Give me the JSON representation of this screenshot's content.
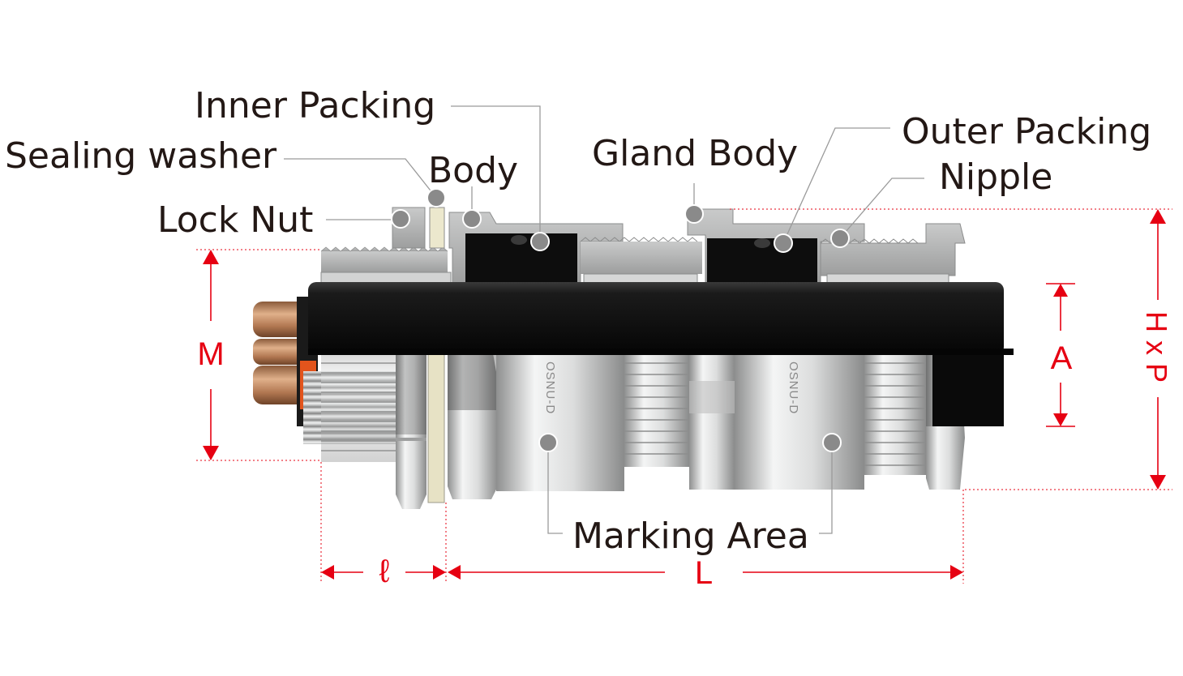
{
  "labels": {
    "inner_packing": "Inner Packing",
    "sealing_washer": "Sealing washer",
    "body": "Body",
    "lock_nut": "Lock Nut",
    "gland_body": "Gland Body",
    "outer_packing": "Outer Packing",
    "nipple": "Nipple",
    "marking_area": "Marking Area"
  },
  "dimensions": {
    "m": "M",
    "a": "A",
    "hxp": "H x P",
    "l_small": "ℓ",
    "l_large": "L"
  },
  "marking_text": {
    "left": "OSNU-D",
    "right": "OSNU-D"
  },
  "colors": {
    "accent": "#e60012",
    "text": "#231815",
    "leader": "#9a9a9a",
    "cable": "#111111",
    "packing": "#0d0d0d",
    "metal": "#c8c9c9"
  },
  "icons": {
    "dimension_arrow": "dimension-arrow-icon",
    "callout_dot": "callout-dot-icon"
  }
}
